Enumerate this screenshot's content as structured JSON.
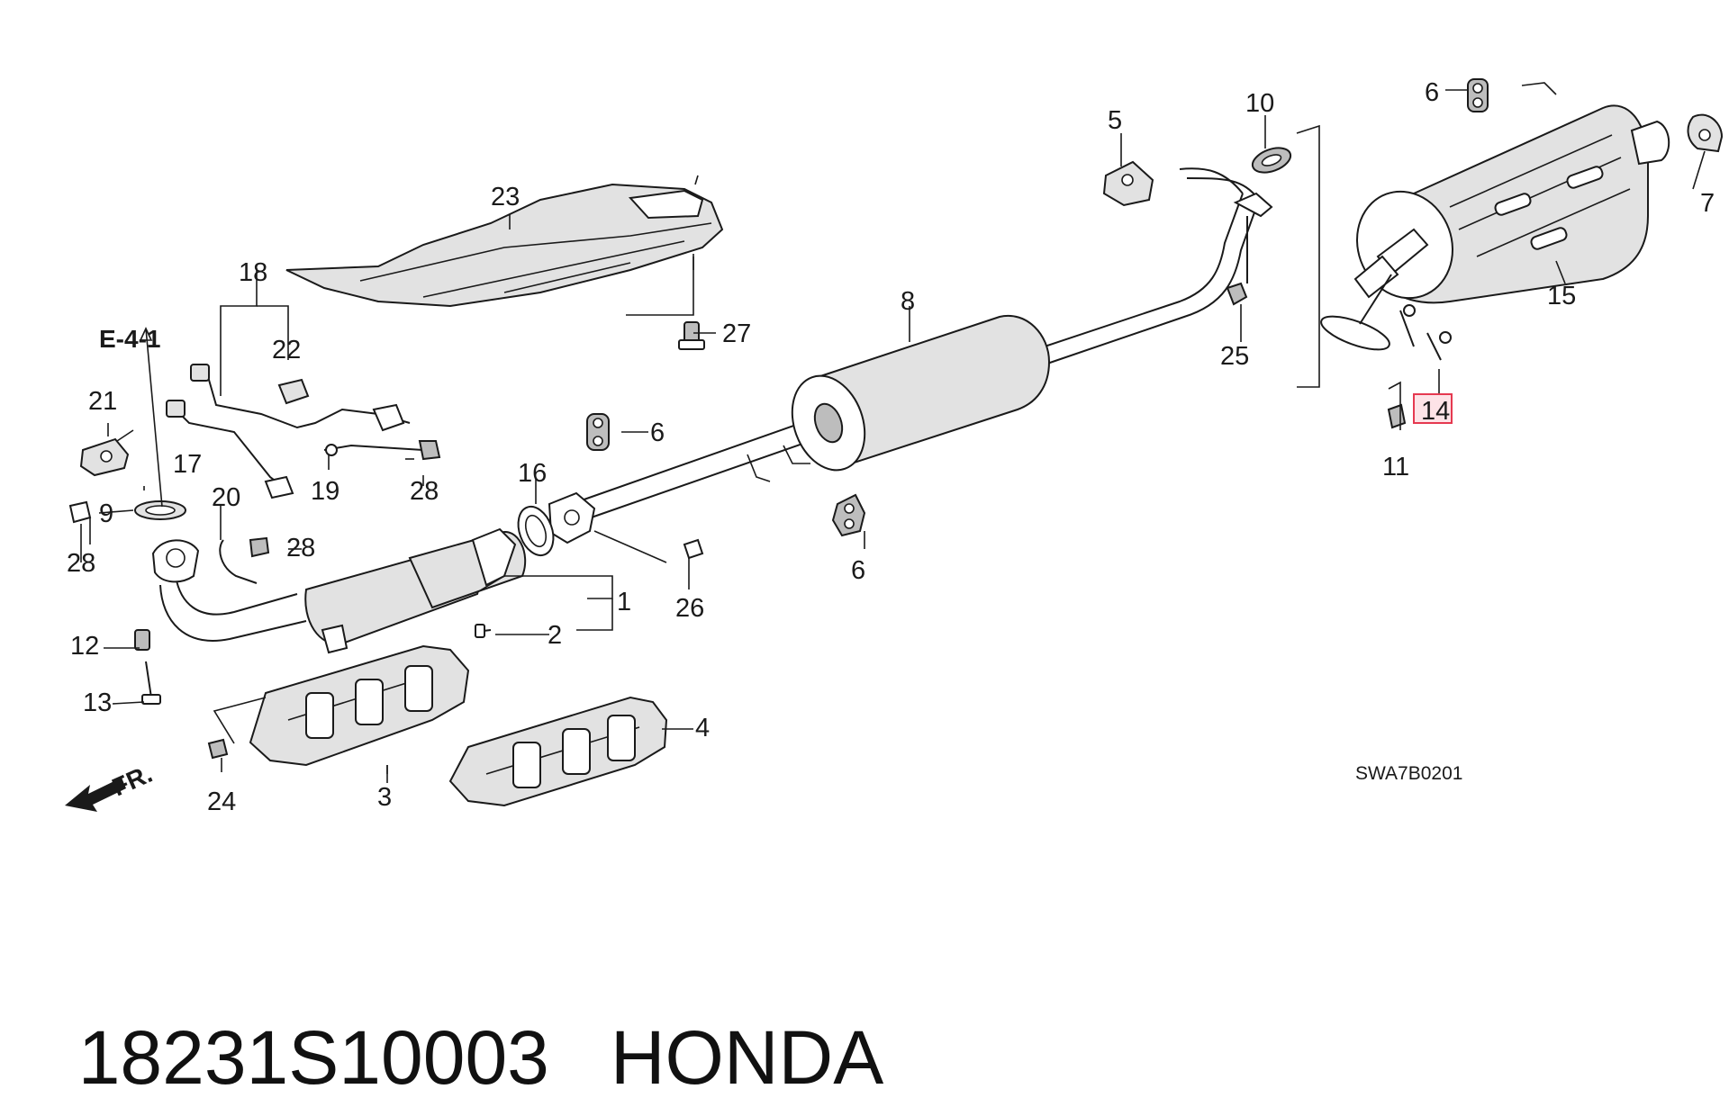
{
  "diagram": {
    "ref_label": "E-4-1",
    "front_label": "FR.",
    "drawing_code": "SWA7B0201",
    "highlighted_callout": "14",
    "callouts": [
      "1",
      "2",
      "3",
      "4",
      "5",
      "6",
      "6",
      "6",
      "7",
      "8",
      "9",
      "10",
      "11",
      "12",
      "13",
      "14",
      "15",
      "16",
      "17",
      "18",
      "19",
      "20",
      "21",
      "22",
      "23",
      "24",
      "25",
      "26",
      "27",
      "28",
      "28",
      "28",
      "28"
    ]
  },
  "footer": {
    "part_number": "18231S10003",
    "brand": "HONDA"
  },
  "colors": {
    "line": "#1a1a1a",
    "highlight": "#e53950",
    "background": "#ffffff"
  }
}
